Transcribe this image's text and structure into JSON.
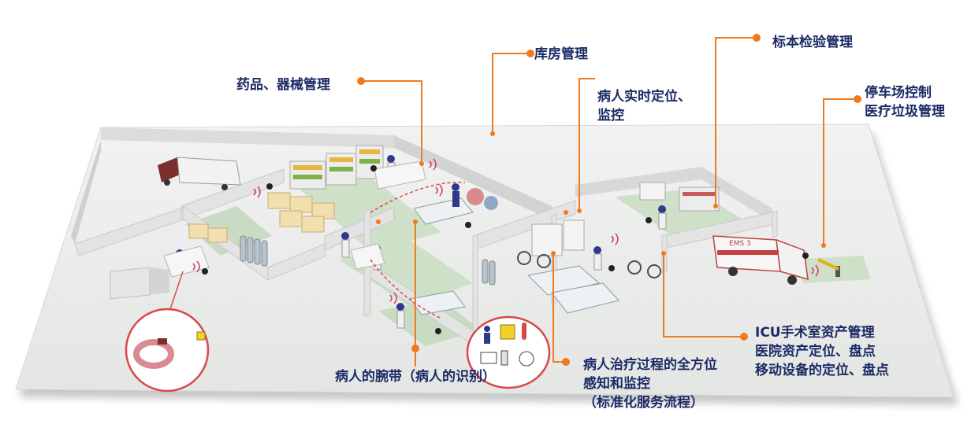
{
  "labels": {
    "warehouse": "库房管理",
    "drugs": "药品、器械管理",
    "specimen": "标本检验管理",
    "patient_realtime": [
      "病人实时定位、",
      "监控"
    ],
    "parking": [
      "停车场控制",
      "医疗垃圾管理"
    ],
    "icu": [
      "ICU手术室资产管理",
      "医院资产定位、盘点",
      "移动设备的定位、盘点"
    ],
    "treatment": [
      "病人治疗过程的全方位",
      "感知和监控",
      "（标准化服务流程）"
    ],
    "wristband": "病人的腕带（病人的识别）"
  },
  "ambulance_text": "EMS 3",
  "colors": {
    "callout_line": "#f07a1e",
    "label_text": "#1c2a66",
    "floor": "#eef0ef",
    "room_green": "#c9dcc3",
    "wall": "#dcdcdc"
  }
}
